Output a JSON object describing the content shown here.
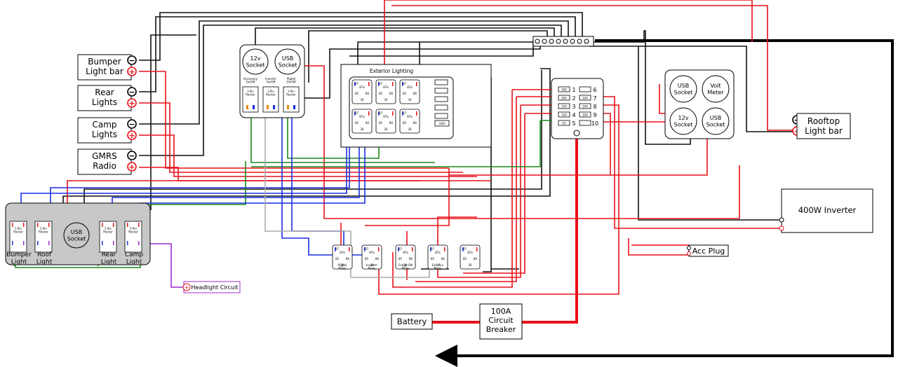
{
  "diagram": {
    "devices": {
      "bumper_light_bar": "Bumper\nLight bar",
      "rear_lights": "Rear\nLights",
      "camp_lights": "Camp\nLights",
      "gmrs_radio": "GMRS\nRadio",
      "rooftop_light_bar": "Rooftop\nLight bar",
      "inverter": "400W Inverter",
      "acc_plug": "Acc Plug",
      "battery": "Battery",
      "circuit_breaker": "100A\nCircuit\nBreaker",
      "headlight_circuit": "Headlight Circuit"
    },
    "polarity": {
      "neg": "−",
      "pos": "+"
    },
    "panel_center": {
      "socket_12v": "12v\nSocket",
      "socket_usb": "USB\nSocket",
      "rockers": [
        {
          "caption": "Accessory\nOn/Off",
          "label": "3 Pin\nRocker"
        },
        {
          "caption": "Inverter\nOn/Off",
          "label": "3 Pin\nRocker"
        },
        {
          "caption": "Pigtail\nOn/Off",
          "label": "3 Pin\nRocker"
        }
      ]
    },
    "exterior_lighting": {
      "title": "Exterior Lighting",
      "relay_pins": {
        "p87": "87",
        "p87a": "87a",
        "p85": "85",
        "p86": "86",
        "p30": "30"
      },
      "fuse_rating": "10A"
    },
    "fuse_block": {
      "left_ratings": [
        "10A",
        "20A",
        "15A",
        "15A",
        "5A"
      ],
      "left_numbers": [
        "1",
        "2",
        "3",
        "4",
        "5"
      ],
      "right_ratings": [
        "",
        "10A",
        "10A",
        "10A",
        ""
      ],
      "right_numbers": [
        "6",
        "7",
        "8",
        "9",
        "10"
      ]
    },
    "panel_right": {
      "socket_usb_top": "USB\nSocket",
      "volt_meter": "Volt\nMeter",
      "socket_12v": "12v\nSocket",
      "socket_usb_bottom": "USB\nSocket"
    },
    "panel_left": {
      "rocker_label": "5 Pin\nRocker",
      "usb_socket": "USB\nSocket",
      "labels": [
        "Bumper\nLight",
        "Roof\nLight",
        "Rear\nLight",
        "Camp\nLight"
      ]
    },
    "bottom_relays": {
      "pins": {
        "p87": "87",
        "p87a": "87a",
        "p85": "85",
        "p86": "86",
        "p30": "30"
      },
      "captions": [
        "Pigtail\nRelay",
        "Inverter\nRelay",
        "Fridge ON\nRelay",
        "Ext. Acc\nRelay",
        ""
      ]
    }
  },
  "colors": {
    "power": "#e8101a",
    "ground": "#111111",
    "switched_green": "#1a8a1a",
    "switched_blue": "#1a2ee0",
    "purple": "#9b2fd0",
    "grey": "#aaaaaa",
    "panel_grey": "#c8c8c8"
  }
}
